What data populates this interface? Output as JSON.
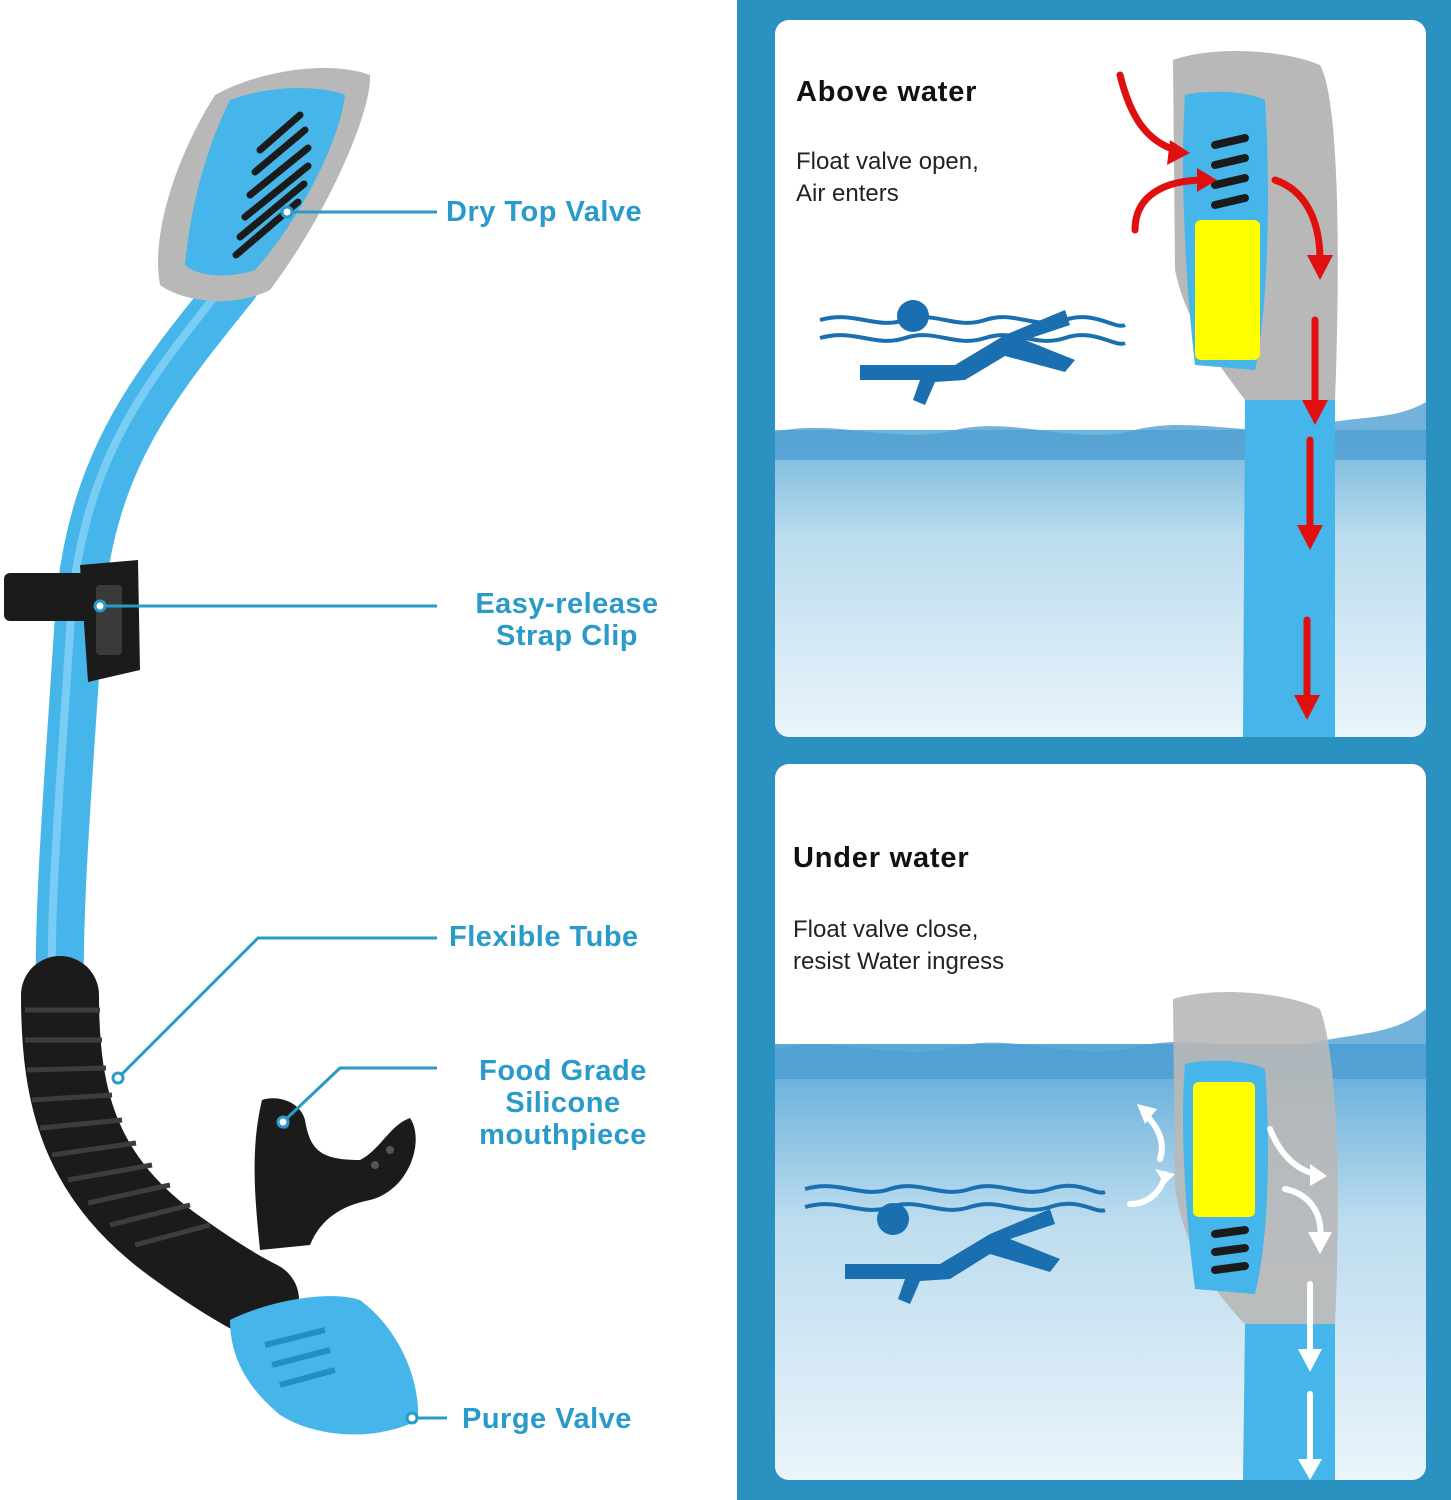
{
  "colors": {
    "accent": "#2a9ac9",
    "right_background": "#2b91c1",
    "tube": "#46b6ea",
    "tube_dark": "#1e8fc7",
    "gray": "#b8b8b8",
    "black": "#1b1b1b",
    "float": "#ffff00",
    "flow_above": "#e01010",
    "flow_below": "#ffffff",
    "swimmer": "#1a6fb0"
  },
  "callouts": {
    "dry_top_valve": "Dry Top Valve",
    "strap_clip_line1": "Easy-release",
    "strap_clip_line2": "Strap Clip",
    "flexible_tube": "Flexible Tube",
    "mouthpiece_line1": "Food Grade",
    "mouthpiece_line2": "Silicone",
    "mouthpiece_line3": "mouthpiece",
    "purge_valve": "Purge Valve"
  },
  "above_panel": {
    "title": "Above water",
    "desc_line1": "Float valve open,",
    "desc_line2": "Air enters",
    "icons": [
      "swimmer-icon",
      "red-arrow-icon"
    ]
  },
  "under_panel": {
    "title": "Under water",
    "desc_line1": "Float valve close,",
    "desc_line2": "resist Water ingress",
    "icons": [
      "swimmer-icon",
      "white-arrow-icon"
    ]
  }
}
